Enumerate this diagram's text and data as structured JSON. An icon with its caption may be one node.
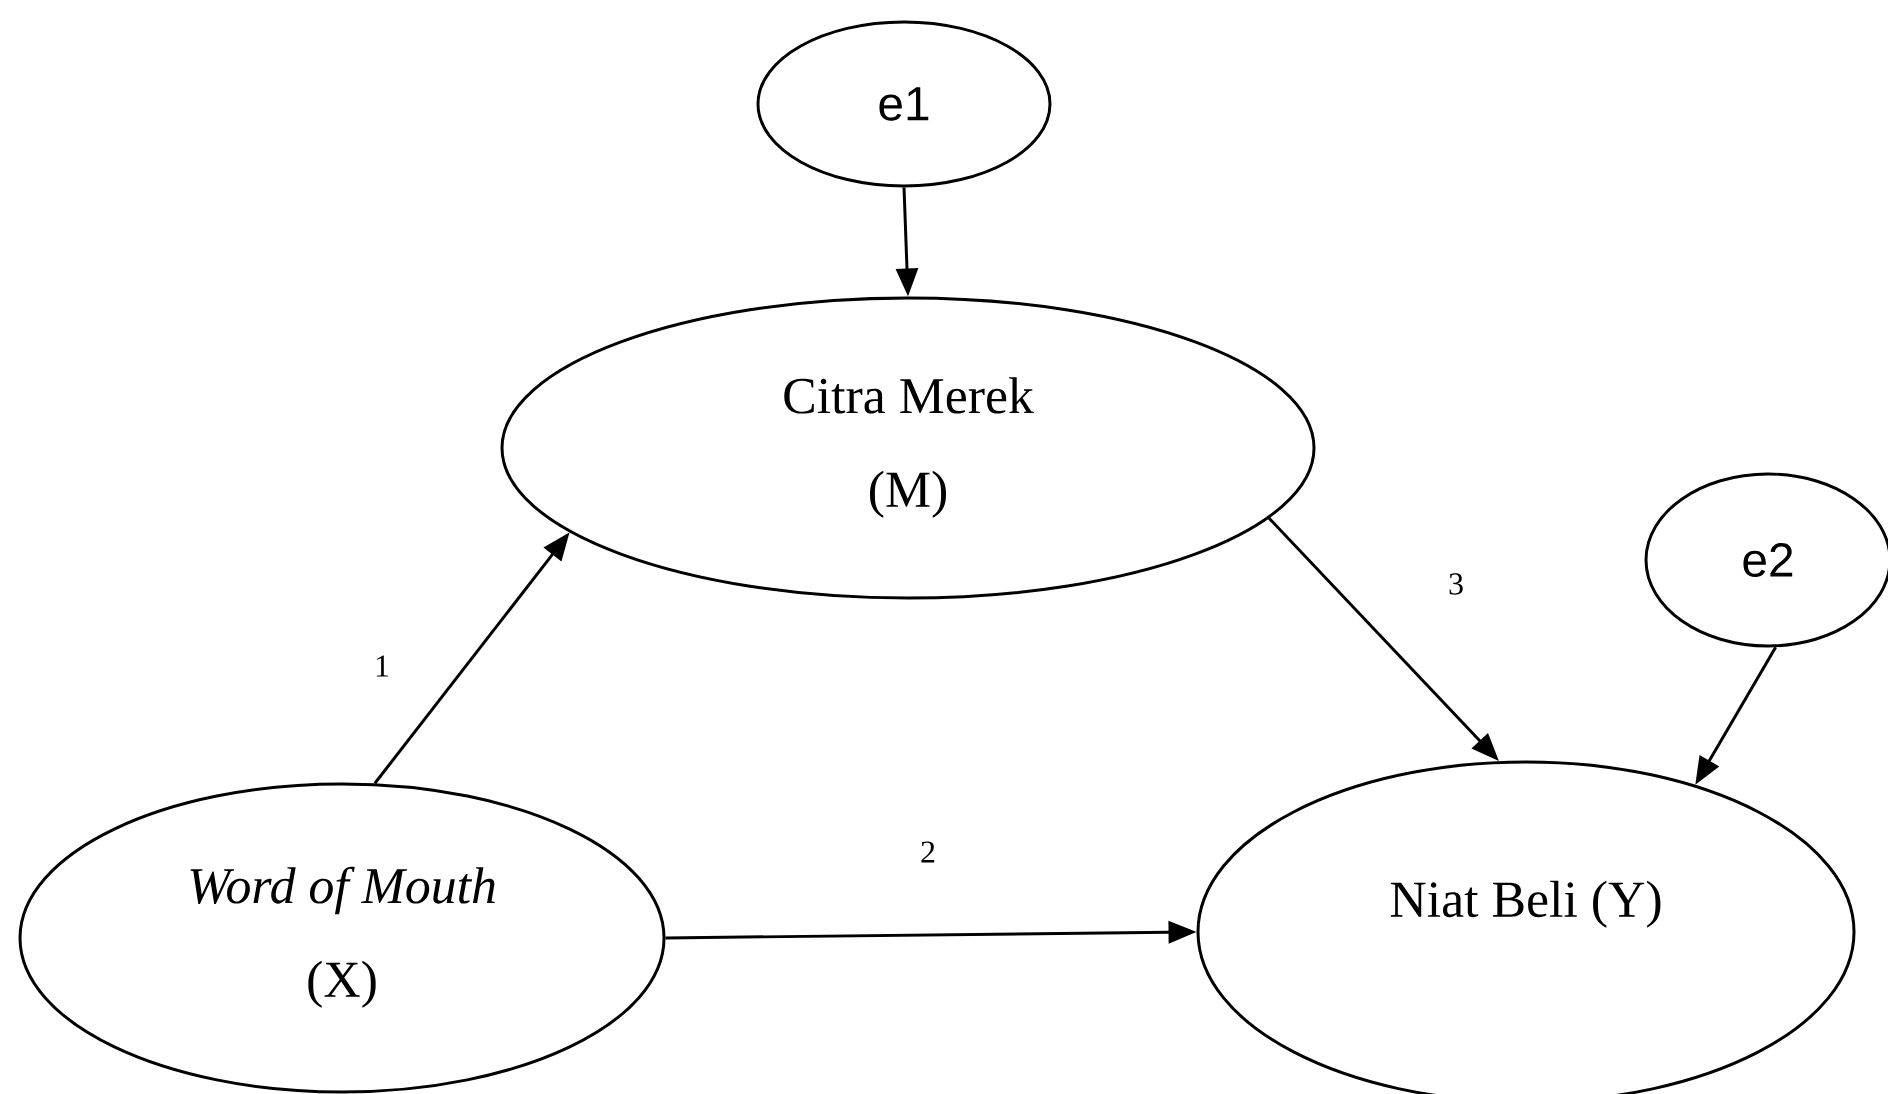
{
  "diagram": {
    "nodes": [
      {
        "text": [
          "e1"
        ]
      },
      {
        "text": [
          "Citra Merek",
          "(M)"
        ]
      },
      {
        "text": [
          "e2"
        ]
      },
      {
        "text": [
          "Word of Mouth",
          "(X)"
        ]
      },
      {
        "text": [
          "Niat Beli (Y)"
        ]
      }
    ],
    "edges": [
      {
        "from": 0,
        "to": 1,
        "arrow": "to"
      },
      {
        "from": 3,
        "to": 1,
        "arrow": "to",
        "label": "1"
      },
      {
        "from": 3,
        "to": 4,
        "arrow": "to",
        "label": "2"
      },
      {
        "from": 1,
        "to": 4,
        "arrow": "to",
        "label": "3"
      },
      {
        "from": 2,
        "to": 4,
        "arrow": "to"
      }
    ]
  }
}
